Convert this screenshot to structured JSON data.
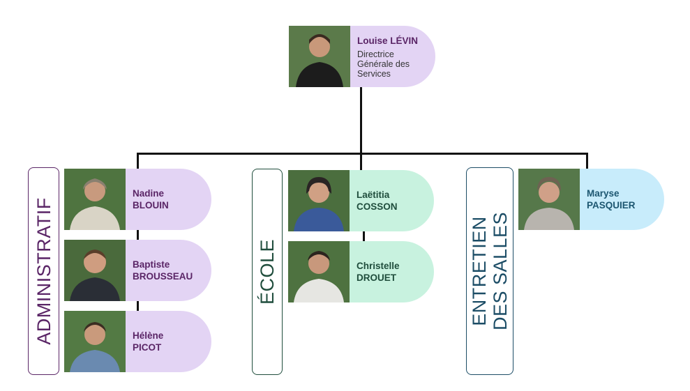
{
  "top": {
    "name": "Louise LÉVIN",
    "title_lines": [
      "Directrice",
      "Générale des",
      "Services"
    ]
  },
  "departments": [
    {
      "label": "ADMINISTRATIF",
      "members": [
        {
          "first": "Nadine",
          "last": "BLOUIN"
        },
        {
          "first": "Baptiste",
          "last": "BROUSSEAU"
        },
        {
          "first": "Hélène",
          "last": "PICOT"
        }
      ]
    },
    {
      "label": "ÉCOLE",
      "members": [
        {
          "first": "Laëtitia",
          "last": "COSSON"
        },
        {
          "first": "Christelle",
          "last": "DROUET"
        }
      ]
    },
    {
      "label_lines": [
        "ENTRETIEN",
        "DES SALLES"
      ],
      "members": [
        {
          "first": "Maryse",
          "last": "PASQUIER"
        }
      ]
    }
  ],
  "colors": {
    "admin_card": "#e3d4f4",
    "ecole_card": "#c8f2df",
    "entretien_card": "#c8ecfb",
    "admin_text": "#5a2566",
    "ecole_text": "#1f4d3c",
    "entretien_text": "#1c5670",
    "connector": "#111111"
  }
}
